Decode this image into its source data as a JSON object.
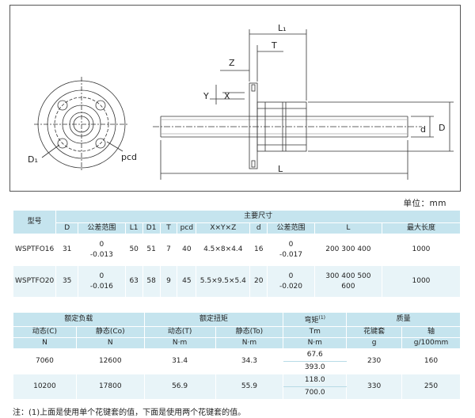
{
  "drawing": {
    "labels": {
      "L1": "L₁",
      "T": "T",
      "Z": "Z",
      "Y": "Y",
      "X": "X",
      "d": "d",
      "D": "D",
      "L": "L",
      "D1": "D₁",
      "pcd": "pcd"
    }
  },
  "unit": "单位：mm",
  "table1": {
    "model_header": "型号",
    "main_header": "主要尺寸",
    "columns": [
      "D",
      "公差范围",
      "L1",
      "D1",
      "T",
      "pcd",
      "X×Y×Z",
      "d",
      "公差范围",
      "L",
      "最大长度"
    ],
    "rows": [
      {
        "model": "WSPTFO16",
        "D": "31",
        "tol1_a": "0",
        "tol1_b": "-0.013",
        "L1": "50",
        "D1": "51",
        "T": "7",
        "pcd": "40",
        "XYZ": "4.5×8×4.4",
        "d": "16",
        "tol2_a": "0",
        "tol2_b": "-0.017",
        "L_a": "200  300  400",
        "L_b": "",
        "max": "1000"
      },
      {
        "model": "WSPTFO20",
        "D": "35",
        "tol1_a": "0",
        "tol1_b": "-0.016",
        "L1": "63",
        "D1": "58",
        "T": "9",
        "pcd": "45",
        "XYZ": "5.5×9.5×5.4",
        "d": "20",
        "tol2_a": "0",
        "tol2_b": "-0.020",
        "L_a": "300  400  500",
        "L_b": "600",
        "max": "1000"
      }
    ]
  },
  "table2": {
    "groups": {
      "load": "额定负载",
      "torque": "额定扭矩",
      "moment": "弯矩",
      "moment_sup": "(1)",
      "mass": "质量"
    },
    "subheaders": [
      "动态(C)",
      "静态(Co)",
      "动态(T)",
      "静态(To)",
      "Tm",
      "花键套",
      "轴"
    ],
    "units": [
      "N",
      "N",
      "N·m",
      "N·m",
      "N·m",
      "g",
      "g/100mm"
    ],
    "rows": [
      {
        "C": "7060",
        "Co": "12600",
        "T": "31.4",
        "To": "34.3",
        "Tm_a": "67.6",
        "Tm_b": "393.0",
        "nut": "230",
        "shaft": "160"
      },
      {
        "C": "10200",
        "Co": "17800",
        "T": "56.9",
        "To": "55.9",
        "Tm_a": "118.0",
        "Tm_b": "700.0",
        "nut": "330",
        "shaft": "250"
      }
    ]
  },
  "note": "注：(1)上面是使用单个花键套的值，下面是使用两个花键套的值。"
}
